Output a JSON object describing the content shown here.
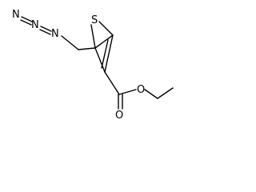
{
  "molecule": {
    "atoms": {
      "n1": "N",
      "n2": "N",
      "n3": "N",
      "sulfur": "S",
      "carbonyl_o": "O",
      "ester_o": "O"
    }
  }
}
